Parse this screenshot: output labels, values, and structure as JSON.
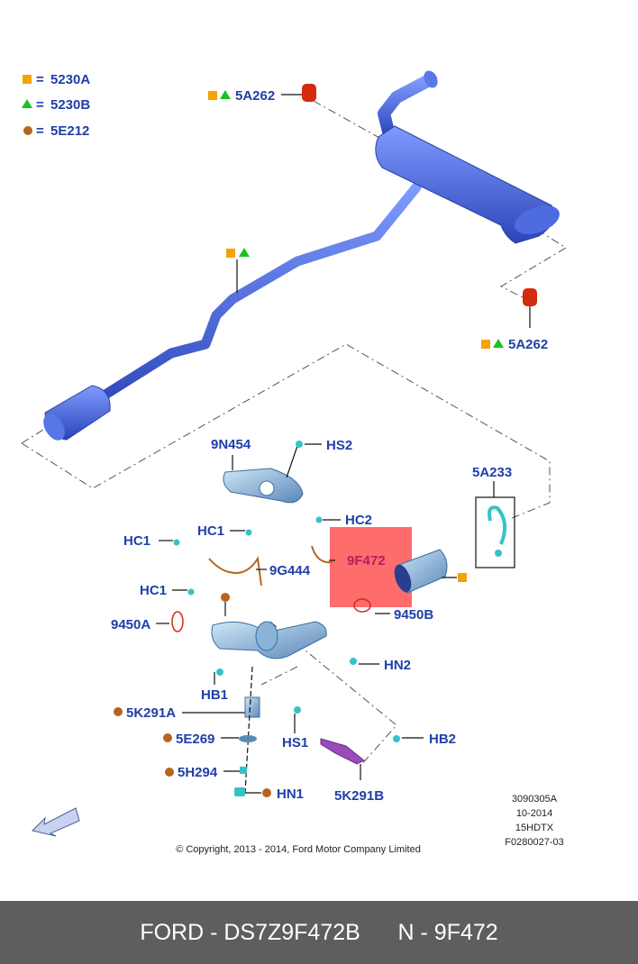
{
  "legend": [
    {
      "symbol": "square",
      "eq": "=",
      "code": "5230A"
    },
    {
      "symbol": "triangle",
      "eq": "=",
      "code": "5230B"
    },
    {
      "symbol": "circle",
      "eq": "=",
      "code": "5E212"
    }
  ],
  "labels": {
    "hanger_top": "5A262",
    "hanger_right": "5A262",
    "p_9N454": "9N454",
    "p_HS2": "HS2",
    "p_5A233": "5A233",
    "p_HC2": "HC2",
    "p_9F472": "9F472",
    "p_HC1_a": "HC1",
    "p_HC1_b": "HC1",
    "p_HC1_c": "HC1",
    "p_9G444": "9G444",
    "p_9450A": "9450A",
    "p_9450B": "9450B",
    "p_HN2": "HN2",
    "p_HB1": "HB1",
    "p_5K291A": "5K291A",
    "p_HS1": "HS1",
    "p_HB2": "HB2",
    "p_5E269": "5E269",
    "p_5H294": "5H294",
    "p_HN1": "HN1",
    "p_5K291B": "5K291B"
  },
  "meta": [
    "3090305A",
    "10-2014",
    "15HDTX",
    "F0280027-03"
  ],
  "copyright": "© Copyright, 2013 - 2014, Ford Motor Company Limited",
  "footer": {
    "brand": "FORD - DS7Z9F472B",
    "part": "N - 9F472"
  },
  "colors": {
    "pipe": "#3f5fd6",
    "label": "#1f3fa8",
    "highlight": "#ff3b3b",
    "square": "#f5a300",
    "triangle": "#19c31f",
    "circle": "#b5651d",
    "hanger": "#d42a10",
    "clip": "#35c2c9",
    "gasket": "#9a4bb8",
    "footer_bg": "#5e5e5e"
  }
}
